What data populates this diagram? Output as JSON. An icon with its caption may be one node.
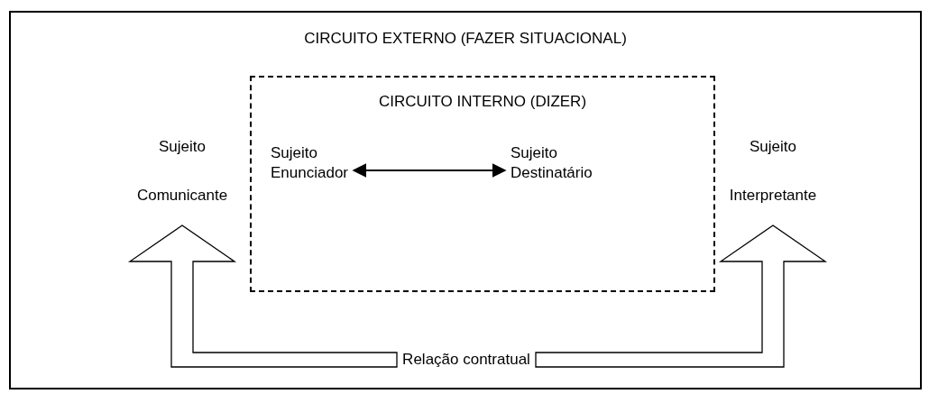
{
  "diagram": {
    "nodes": [
      {
        "text": [
          "CIRCUITO EXTERNO (FAZER SITUACIONAL)"
        ]
      },
      {
        "text": [
          "CIRCUITO INTERNO (DIZER)"
        ],
        "in": 0
      },
      {
        "text": [
          "Sujeito Comunicante"
        ],
        "in": 0
      },
      {
        "text": [
          "Sujeito Enunciador"
        ],
        "in": 1
      },
      {
        "text": [
          "Sujeito Destinatário"
        ],
        "in": 1
      },
      {
        "text": [
          "Sujeito Interpretante"
        ],
        "in": 0
      },
      {
        "text": [
          "Relação contratual"
        ],
        "in": 0
      }
    ],
    "edges": [
      {
        "from": 3,
        "to": 4,
        "arrow": "both"
      },
      {
        "from": 6,
        "to": 2,
        "arrow": "to"
      },
      {
        "from": 6,
        "to": 5,
        "arrow": "to"
      }
    ]
  }
}
